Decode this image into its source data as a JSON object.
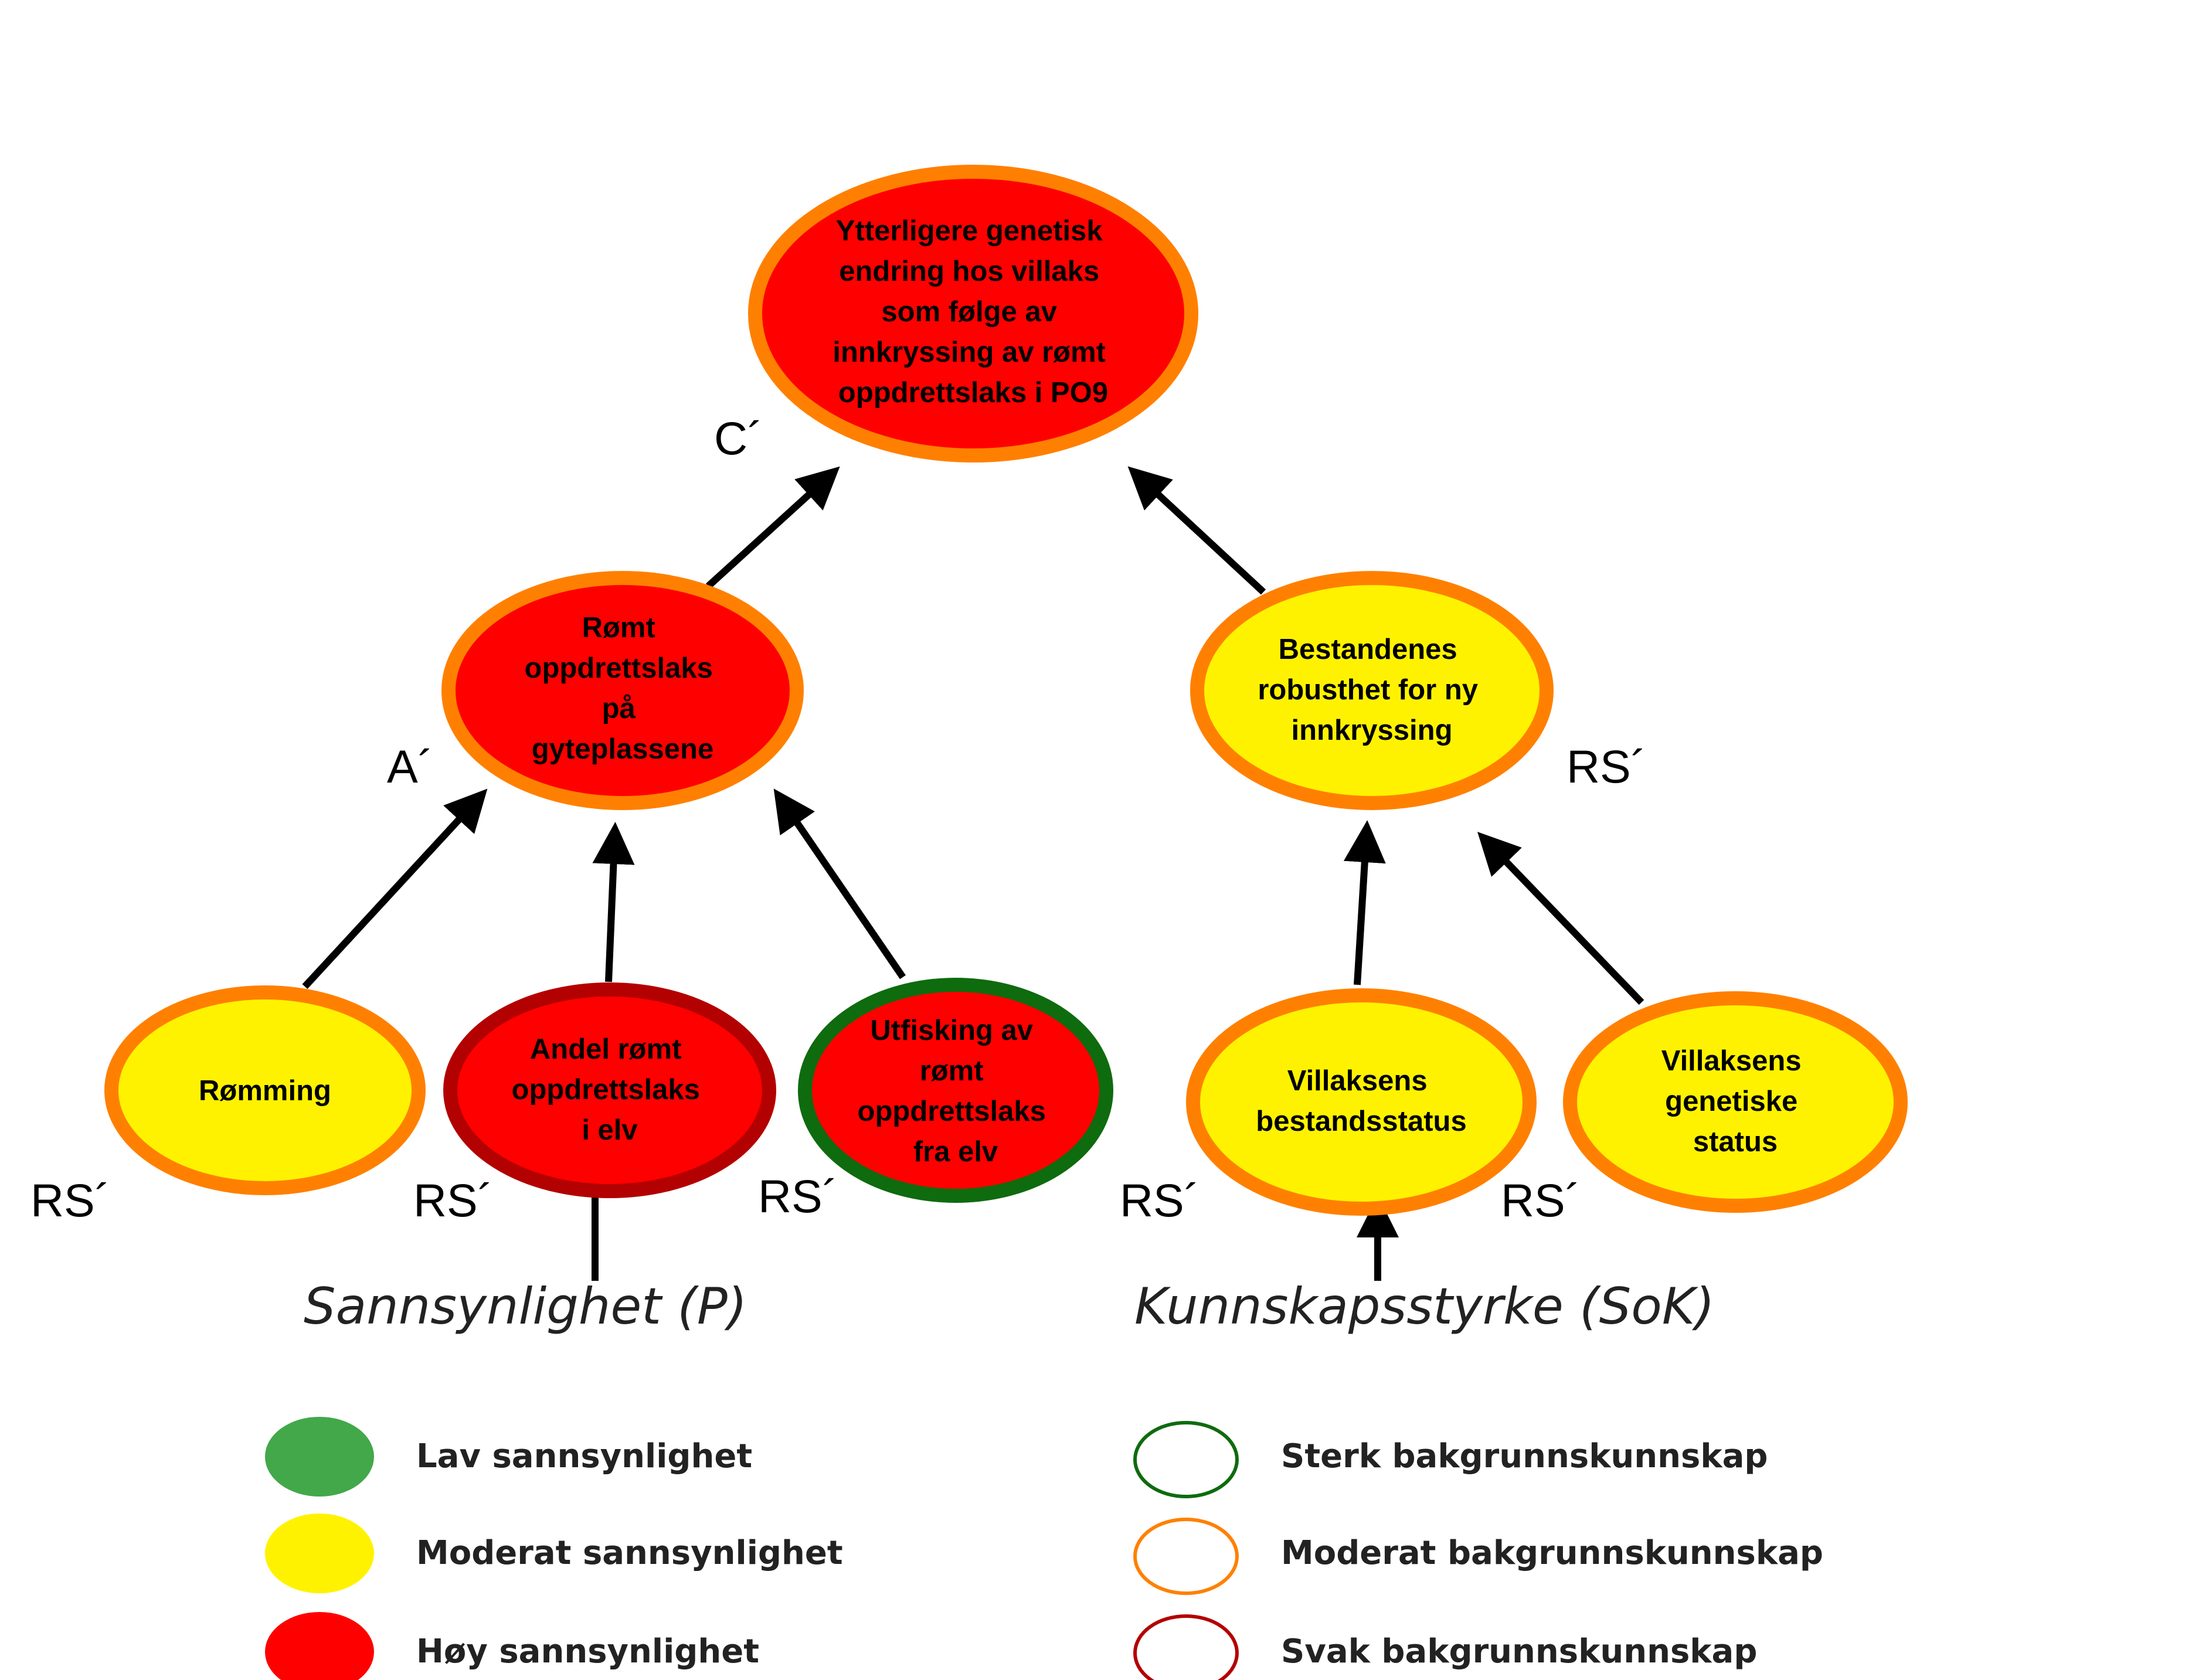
{
  "colors": {
    "red_fill": "#FF0000",
    "yellow_fill": "#FFF200",
    "green_fill": "#42A84A",
    "orange_border": "#FF8000",
    "darkred_border": "#B30000",
    "green_border": "#0E6B0E",
    "arrow": "#000000"
  },
  "nodes": {
    "top": {
      "lines": [
        "Ytterligere genetisk",
        "endring hos villaks",
        "som følge av",
        "innkryssing av rømt",
        "oppdrettslaks i PO9"
      ],
      "probability": "high",
      "knowledge": "moderate"
    },
    "escaped_on_spawning": {
      "lines": [
        "Rømt",
        "oppdrettslaks",
        "på",
        "gyteplassene"
      ],
      "probability": "high",
      "knowledge": "moderate"
    },
    "robustness": {
      "lines": [
        "Bestandenes",
        "robusthet for ny",
        "innkryssing"
      ],
      "probability": "moderate",
      "knowledge": "moderate"
    },
    "escape": {
      "lines": [
        "Rømming"
      ],
      "probability": "moderate",
      "knowledge": "moderate"
    },
    "share_escaped": {
      "lines": [
        "Andel rømt",
        "oppdrettslaks",
        "i elv"
      ],
      "probability": "high",
      "knowledge": "weak"
    },
    "removal": {
      "lines": [
        "Utfisking av",
        "rømt",
        "oppdrettslaks",
        "fra elv"
      ],
      "probability": "high",
      "knowledge": "strong"
    },
    "stock_status": {
      "lines": [
        "Villaksens",
        "bestandsstatus"
      ],
      "probability": "moderate",
      "knowledge": "moderate"
    },
    "genetic_status": {
      "lines": [
        "Villaksens",
        "genetiske",
        "status"
      ],
      "probability": "moderate",
      "knowledge": "moderate"
    }
  },
  "side_labels": {
    "consequence": "C´",
    "activity": "A´",
    "rs_robustness": "RS´",
    "rs_escape": "RS´",
    "rs_share": "RS´",
    "rs_removal": "RS´",
    "rs_stock": "RS´",
    "rs_genetic": "RS´"
  },
  "captions": {
    "probability": "Sannsynlighet (P)",
    "knowledge": "Kunnskapsstyrke (SoK)"
  },
  "legend": {
    "probability": [
      {
        "label": "Lav sannsynlighet",
        "fill": "#42A84A"
      },
      {
        "label": "Moderat sannsynlighet",
        "fill": "#FFF200"
      },
      {
        "label": "Høy sannsynlighet",
        "fill": "#FF0000"
      }
    ],
    "knowledge": [
      {
        "label": "Sterk bakgrunnskunnskap",
        "stroke": "#0E6B0E"
      },
      {
        "label": "Moderat bakgrunnskunnskap",
        "stroke": "#FF8000"
      },
      {
        "label": "Svak bakgrunnskunnskap",
        "stroke": "#B30000"
      }
    ]
  }
}
